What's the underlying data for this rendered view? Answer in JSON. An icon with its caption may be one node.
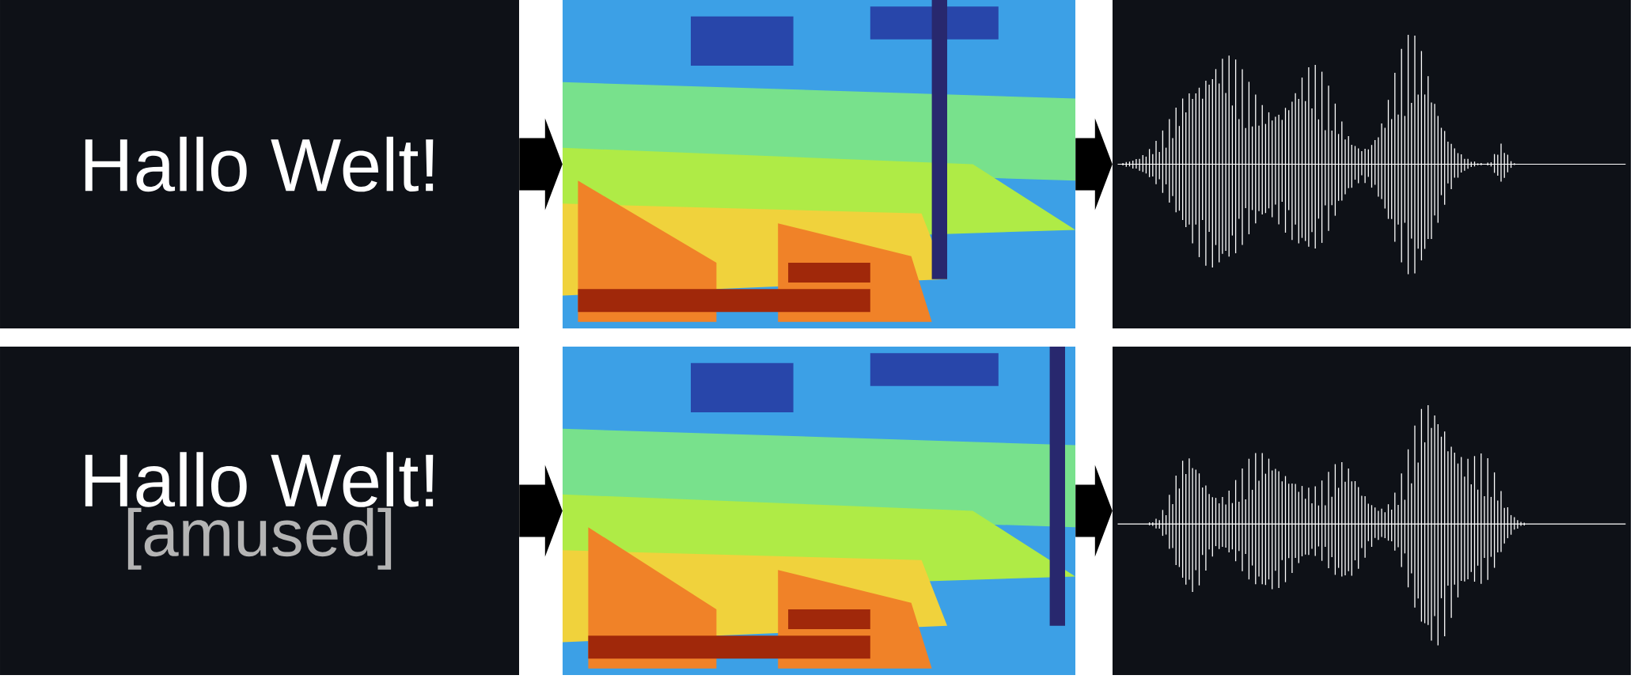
{
  "diagram": {
    "nodes": [
      {
        "text": [
          "Hallo Welt!"
        ]
      },
      {
        "text": [],
        "shape": "picture"
      },
      {
        "text": [],
        "shape": "picture"
      },
      {
        "text": [
          "Hallo Welt!",
          "[amused]"
        ]
      },
      {
        "text": [],
        "shape": "picture"
      },
      {
        "text": [],
        "shape": "picture"
      }
    ],
    "edges": [
      {
        "from": 0,
        "to": 1,
        "arrow": "to"
      },
      {
        "from": 1,
        "to": 2,
        "arrow": "to"
      },
      {
        "from": 3,
        "to": 4,
        "arrow": "to"
      },
      {
        "from": 4,
        "to": 5,
        "arrow": "to"
      }
    ]
  }
}
